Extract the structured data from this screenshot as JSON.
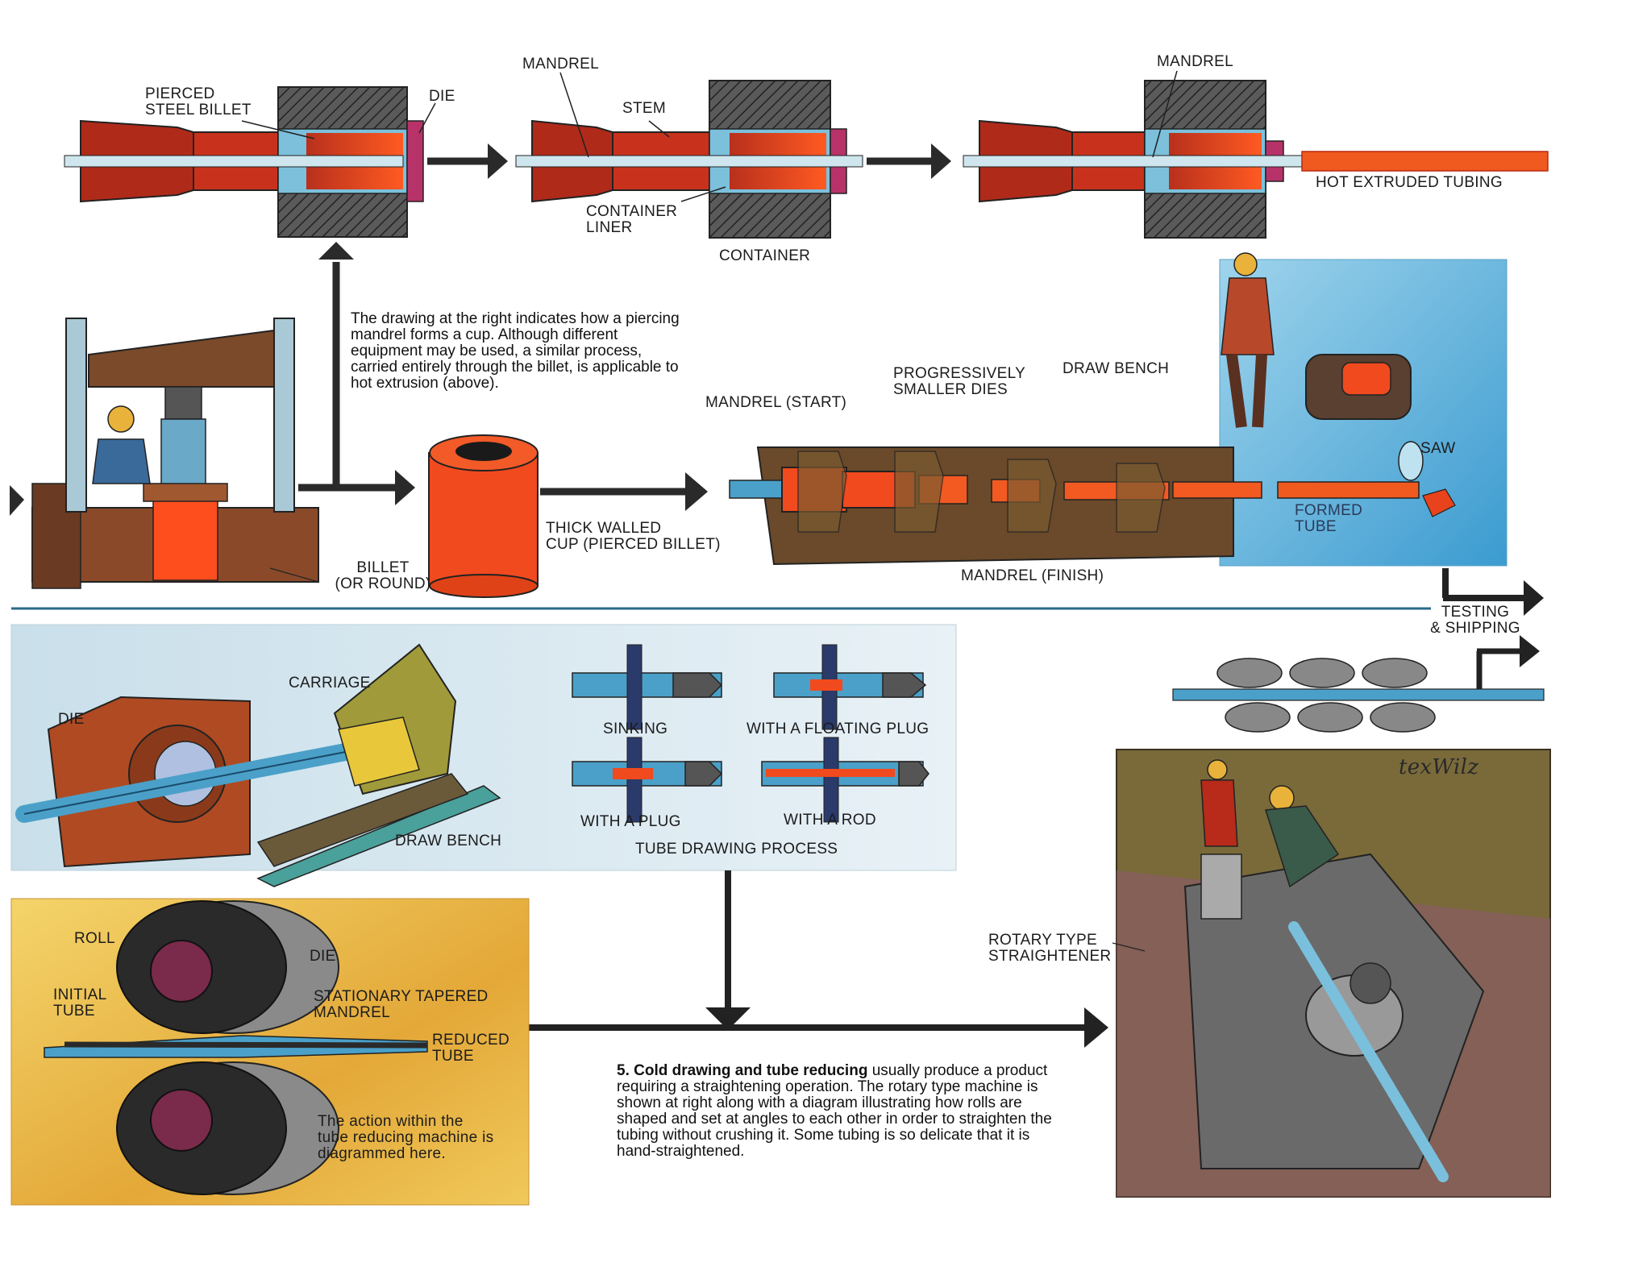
{
  "extrusion": {
    "pierced_billet_label": "PIERCED\nSTEEL BILLET",
    "die_label": "DIE",
    "mandrel_label_1": "MANDREL",
    "stem_label": "STEM",
    "container_liner_label": "CONTAINER\nLINER",
    "container_label": "CONTAINER",
    "mandrel_label_2": "MANDREL",
    "hot_extruded_label": "HOT EXTRUDED TUBING"
  },
  "piercing": {
    "note": "The drawing at the right indicates how a piercing mandrel forms a cup. Although different equipment may be used, a similar process, carried entirely through the billet, is applicable to hot extrusion (above).",
    "billet_label": "BILLET\n(OR ROUND)",
    "cup_label": "THICK WALLED\nCUP (PIERCED BILLET)"
  },
  "draw_bench_top": {
    "mandrel_start_label": "MANDREL (START)",
    "dies_label": "PROGRESSIVELY\nSMALLER DIES",
    "draw_bench_label": "DRAW BENCH",
    "saw_label": "SAW",
    "formed_tube_label": "FORMED\nTUBE",
    "mandrel_finish_label": "MANDREL (FINISH)",
    "testing_label": "TESTING\n& SHIPPING"
  },
  "tube_drawing": {
    "carriage_label": "CARRIAGE",
    "die_label": "DIE",
    "draw_bench_label": "DRAW BENCH",
    "sinking_label": "SINKING",
    "floating_plug_label": "WITH A FLOATING PLUG",
    "plug_label": "WITH A PLUG",
    "rod_label": "WITH A ROD",
    "process_title": "TUBE DRAWING PROCESS"
  },
  "tube_reducing": {
    "roll_label": "ROLL",
    "die_label": "DIE",
    "initial_tube_label": "INITIAL\nTUBE",
    "mandrel_label": "STATIONARY TAPERED\nMANDREL",
    "reduced_tube_label": "REDUCED\nTUBE",
    "caption": "The action within the\ntube reducing machine is\ndiagrammed here."
  },
  "straightener": {
    "label": "ROTARY TYPE\nSTRAIGHTENER",
    "signature": "texWilz"
  },
  "step5": {
    "number": "5.",
    "bold": "Cold drawing and tube reducing",
    "text": "usually produce a product requiring a straightening operation. The rotary type machine is shown at right along with a diagram illustrating how rolls are shaped and set at angles to each other in order to straighten the tubing without crushing it. Some tubing is so delicate that it is hand-straightened."
  },
  "colors": {
    "hot_red": "#c8321c",
    "hot_orange": "#f0501e",
    "tube_blue": "#4aa0c8",
    "divider": "#2a6a8a",
    "die_gray": "#4a4a4a",
    "panel_yellow": "#e8c24a"
  }
}
